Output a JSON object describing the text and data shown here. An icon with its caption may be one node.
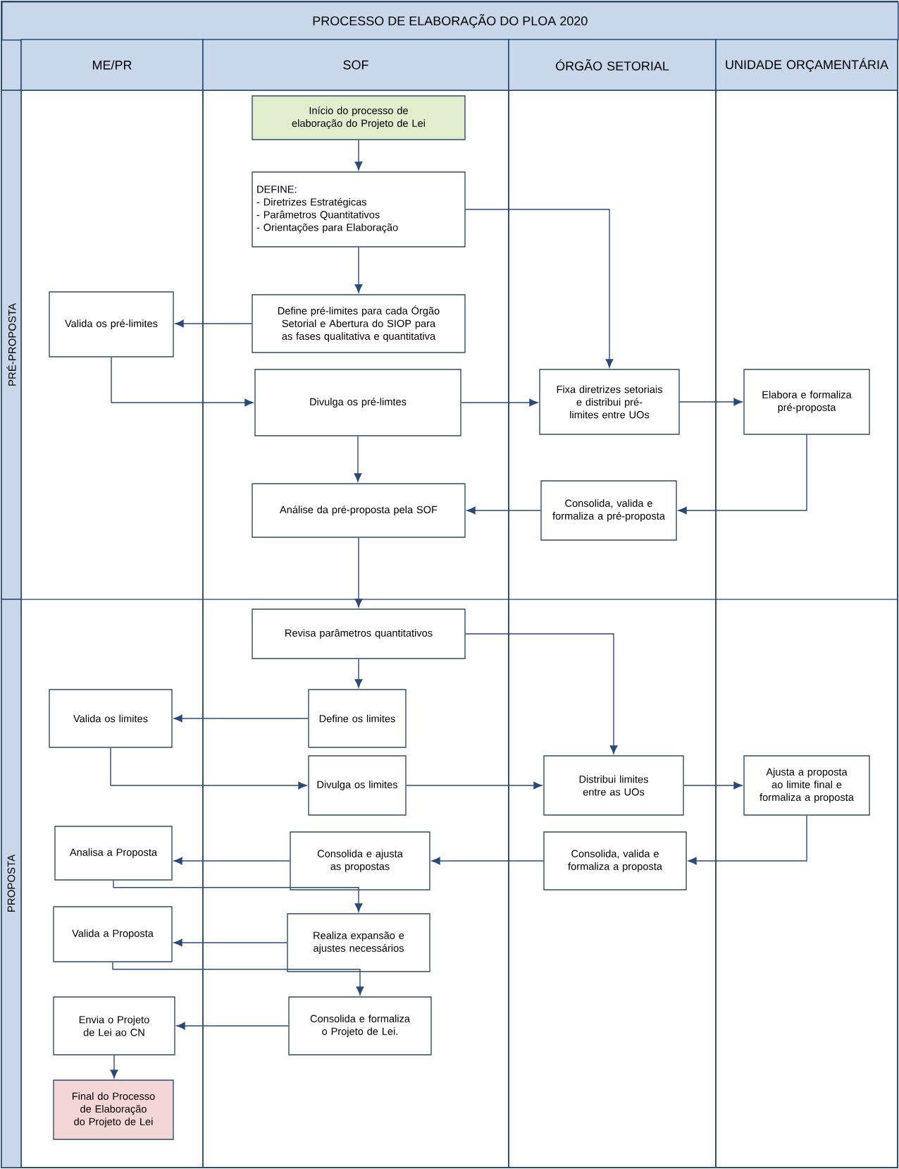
{
  "diagram": {
    "title": "PROCESSO DE ELABORAÇÃO DO PLOA 2020",
    "nodes": [
      {
        "text": [
          "Início do processo de elaboração do Projeto de Lei"
        ]
      },
      {
        "text": [
          "DEFINE:",
          "- Diretrizes Estratégicas",
          "- Parâmetros Quantitativos",
          "- Orientações para Elaboração"
        ]
      },
      {
        "text": [
          "Define pré-limites para cada Órgão Setorial e Abertura do SIOP para as fases qualitativa e quantitativa"
        ]
      },
      {
        "text": [
          "Valida os pré-limites"
        ]
      },
      {
        "text": [
          "Divulga os pré-limtes"
        ]
      },
      {
        "text": [
          "Fixa diretrizes setoriais e distribui pré-limites entre UOs"
        ]
      },
      {
        "text": [
          "Elabora e formaliza pré-proposta"
        ]
      },
      {
        "text": [
          "Consolida, valida e formaliza a pré-proposta"
        ]
      },
      {
        "text": [
          "Análise da pré-proposta pela SOF"
        ]
      },
      {
        "text": [
          "Revisa parâmetros quantitativos"
        ]
      },
      {
        "text": [
          "Define os limites"
        ]
      },
      {
        "text": [
          "Valida os limites"
        ]
      },
      {
        "text": [
          "Divulga os limites"
        ]
      },
      {
        "text": [
          "Distribui limites entre as UOs"
        ]
      },
      {
        "text": [
          "Ajusta a proposta ao limite final e formaliza a proposta"
        ]
      },
      {
        "text": [
          "Consolida, valida e formaliza a proposta"
        ]
      },
      {
        "text": [
          "Consolida e ajusta as propostas"
        ]
      },
      {
        "text": [
          "Analisa a Proposta"
        ]
      },
      {
        "text": [
          "Realiza expansão e ajustes necessários"
        ]
      },
      {
        "text": [
          "Valida a Proposta"
        ]
      },
      {
        "text": [
          "Consolida e formaliza o Projeto de Lei."
        ]
      },
      {
        "text": [
          "Envia o Projeto de Lei ao CN"
        ]
      },
      {
        "text": [
          "Final do Processo de Elaboração do Projeto de Lei"
        ]
      }
    ],
    "edges": [
      {
        "from": 0,
        "to": 1,
        "arrow": "to"
      },
      {
        "from": 1,
        "to": 5,
        "arrow": "to"
      },
      {
        "from": 1,
        "to": 2,
        "arrow": "to"
      },
      {
        "from": 2,
        "to": 3,
        "arrow": "to"
      },
      {
        "from": 3,
        "to": 4,
        "arrow": "to"
      },
      {
        "from": 4,
        "to": 5,
        "arrow": "to"
      },
      {
        "from": 4,
        "to": 8,
        "arrow": "to"
      },
      {
        "from": 5,
        "to": 6,
        "arrow": "to"
      },
      {
        "from": 6,
        "to": 7,
        "arrow": "to"
      },
      {
        "from": 7,
        "to": 8,
        "arrow": "to"
      },
      {
        "from": 8,
        "to": 9,
        "arrow": "to"
      },
      {
        "from": 9,
        "to": 10,
        "arrow": "to"
      },
      {
        "from": 9,
        "to": 13,
        "arrow": "to"
      },
      {
        "from": 10,
        "to": 11,
        "arrow": "to"
      },
      {
        "from": 11,
        "to": 12,
        "arrow": "to"
      },
      {
        "from": 12,
        "to": 13,
        "arrow": "to"
      },
      {
        "from": 13,
        "to": 14,
        "arrow": "to"
      },
      {
        "from": 14,
        "to": 15,
        "arrow": "to"
      },
      {
        "from": 15,
        "to": 16,
        "arrow": "to"
      },
      {
        "from": 16,
        "to": 17,
        "arrow": "to"
      },
      {
        "from": 17,
        "to": 18,
        "arrow": "to"
      },
      {
        "from": 18,
        "to": 19,
        "arrow": "to"
      },
      {
        "from": 19,
        "to": 20,
        "arrow": "to"
      },
      {
        "from": 20,
        "to": 21,
        "arrow": "to"
      },
      {
        "from": 21,
        "to": 22,
        "arrow": "to"
      }
    ],
    "labels": [
      "ME/PR",
      "SOF",
      "ÓRGÃO SETORIAL",
      "UNIDADE ORÇAMENTÁRIA",
      "PRÉ-PROPOSTA",
      "PROPOSTA"
    ]
  }
}
